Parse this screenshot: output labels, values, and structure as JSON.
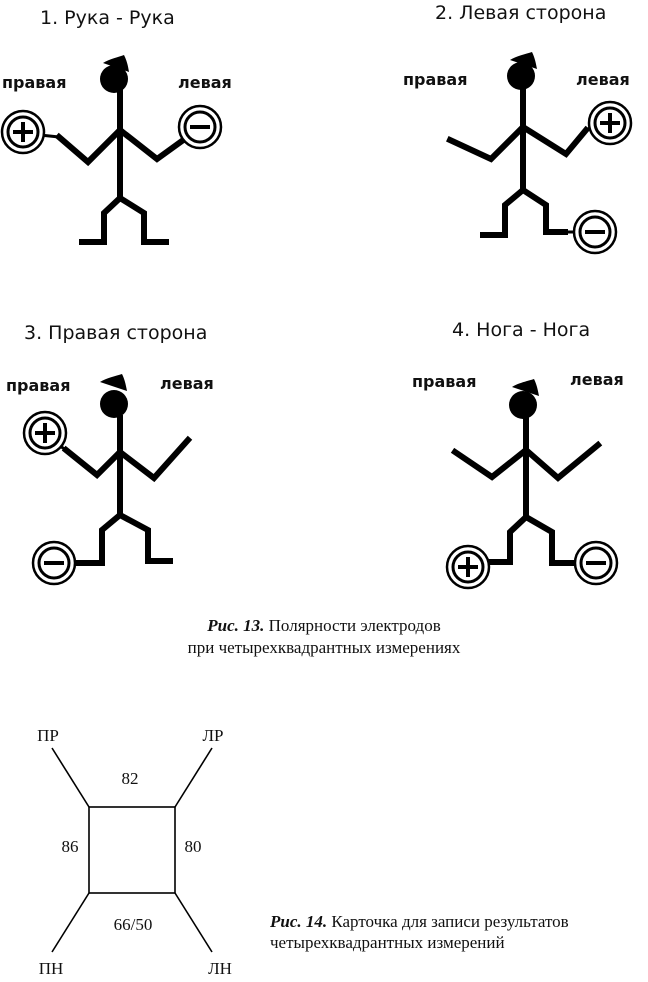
{
  "figure13": {
    "side_right": "правая",
    "side_left": "левая",
    "panels": [
      {
        "title": "1. Рука - Рука",
        "positive": "right-hand",
        "negative": "left-hand"
      },
      {
        "title": "2. Левая сторона",
        "positive": "left-hand",
        "negative": "left-foot"
      },
      {
        "title": "3. Правая сторона",
        "positive": "right-hand",
        "negative": "right-foot"
      },
      {
        "title": "4. Нога - Нога",
        "positive": "right-foot",
        "negative": "left-foot"
      }
    ],
    "caption_label": "Рис. 13.",
    "caption_line1": " Полярности электродов",
    "caption_line2": "при четырехквадрантных измерениях"
  },
  "figure14": {
    "corners": {
      "top_left": "ПР",
      "top_right": "ЛР",
      "bottom_left": "ПН",
      "bottom_right": "ЛН"
    },
    "values": {
      "top": "82",
      "left": "86",
      "right": "80",
      "bottom": "66/50"
    },
    "caption_label": "Рис. 14.",
    "caption_line1": " Карточка для записи результатов",
    "caption_line2": "четырехквадрантных измерений"
  },
  "icons": {
    "positive": "plus-electrode-icon",
    "negative": "minus-electrode-icon"
  }
}
